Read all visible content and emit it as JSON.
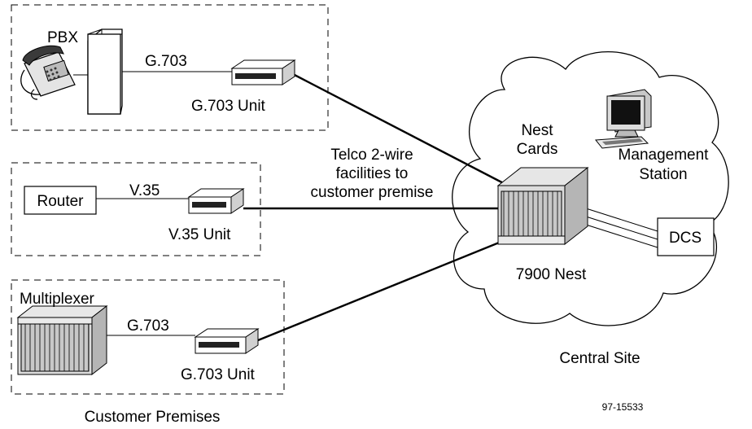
{
  "labels": {
    "pbx": "PBX",
    "g703_line_top": "G.703",
    "g703_unit_top": "G.703 Unit",
    "router": "Router",
    "v35_line": "V.35",
    "v35_unit": "V.35 Unit",
    "multiplexer": "Multiplexer",
    "g703_line_bottom": "G.703",
    "g703_unit_bottom": "G.703 Unit",
    "telco_line1": "Telco 2-wire",
    "telco_line2": "facilities to",
    "telco_line3": "customer premise",
    "nest_cards_line1": "Nest",
    "nest_cards_line2": "Cards",
    "management_line1": "Management",
    "management_line2": "Station",
    "dcs": "DCS",
    "nest": "7900 Nest",
    "central_site": "Central Site",
    "customer_premises": "Customer Premises",
    "figure_id": "97-15533"
  }
}
